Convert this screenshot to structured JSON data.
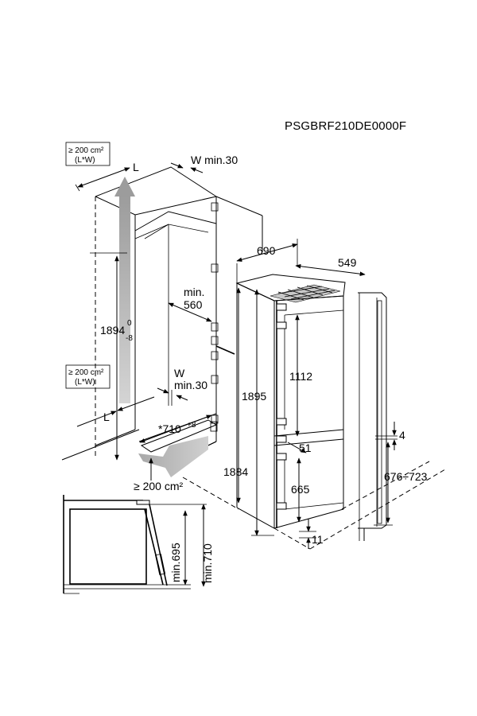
{
  "product_code": "PSGBRF210DE0000F",
  "ventilation": {
    "top_area_line1": "≥ 200 cm²",
    "top_area_line2": "(L*W)",
    "mid_area_line1": "≥ 200 cm²",
    "mid_area_line2": "(L*W)",
    "bottom_area": "≥ 200 cm²"
  },
  "niche": {
    "top_L": "L",
    "top_W": "W min.30",
    "height_main": "1894",
    "height_sup": "0",
    "height_sub": "-8",
    "depth_label_1": "min.",
    "depth_label_2": "560",
    "bottom_W_1": "W",
    "bottom_W_2": "min.30",
    "bottom_L": "L",
    "width_main": "*710",
    "width_sup": "+8"
  },
  "appliance": {
    "depth": "690",
    "width": "549",
    "height_total": "1895",
    "height_niche": "1884",
    "upper_door": "1112",
    "gap": "51",
    "lower_door": "665",
    "bottom_offset": "11"
  },
  "door_panel": {
    "gap": "4",
    "range": "676÷723"
  },
  "detail": {
    "min_695": "min.695",
    "min_710": "min.710"
  },
  "colors": {
    "line": "#000000",
    "airflow": "#b8b8b8"
  }
}
